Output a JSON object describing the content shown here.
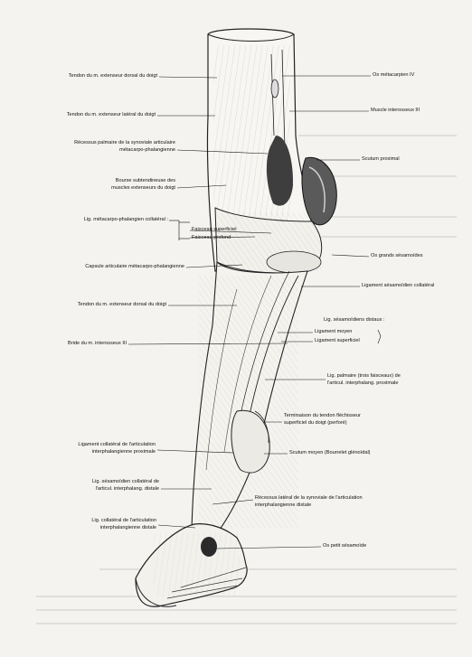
{
  "diagram": {
    "labels_left": {
      "tendon_ext_dorsal_1": "Tendon du m. extenseur dorsal du doigt",
      "tendon_ext_lateral": "Tendon du m. extenseur latéral du doigt",
      "recessus_palmaire_1": "Récessus palmaire de la synoviale articulaire",
      "recessus_palmaire_2": "métacarpo-phalangienne",
      "bourse_1": "Bourse subtendineuse des",
      "bourse_2": "muscles extenseurs du doigt",
      "lig_metacarpo": "Lig. métacarpo-phalangien collatéral :",
      "faisceau_superficiel": "Faisceau superficiel",
      "faisceau_profond": "Faisceau profond",
      "capsule": "Capsule articulaire métacarpo-phalangienne",
      "tendon_ext_dorsal_2": "Tendon du m. extenseur dorsal du doigt",
      "bride": "Bride du m. interosseux III",
      "lig_collateral_prox_1": "Ligament collatéral de l'articulation",
      "lig_collateral_prox_2": "interphalangienne proximale",
      "lig_sesamoidien_coll_1": "Lig. sésamoïdien collatéral de",
      "lig_sesamoidien_coll_2": "l'articul. interphalang. distale",
      "lig_collateral_dist_1": "Lig. collatéral de l'articulation",
      "lig_collateral_dist_2": "interphalangienne distale"
    },
    "labels_right": {
      "os_metacarpien": "Os métacarpien IV",
      "muscle_interosseux": "Muscle interosseux III",
      "scutum_proximal": "Scutum proximal",
      "os_grands_sesamoides": "Os grands sésamoïdes",
      "ligament_sesamoidien_coll": "Ligament sésamoïdien collatéral",
      "lig_sesamoidiens_distaux": "Lig. sésamoïdiens distaux :",
      "ligament_moyen": "Ligament moyen",
      "ligament_superficiel": "Ligament superficiel",
      "lig_palmaire_1": "Lig. palmaire (trois faisceaux) de",
      "lig_palmaire_2": "l'articul. interphalang. proximale",
      "terminaison_1": "Terminaison du tendon fléchisseur",
      "terminaison_2": "superficiel du doigt (perforé)",
      "scutum_moyen": "Scutum moyen (Bourrelet glénoïdal)",
      "recessus_lateral_1": "Récessus latéral de la synoviale de l'articulation",
      "recessus_lateral_2": "interphalangienne distale",
      "os_petit_sesamoide": "Os petit sésamoïde"
    }
  }
}
